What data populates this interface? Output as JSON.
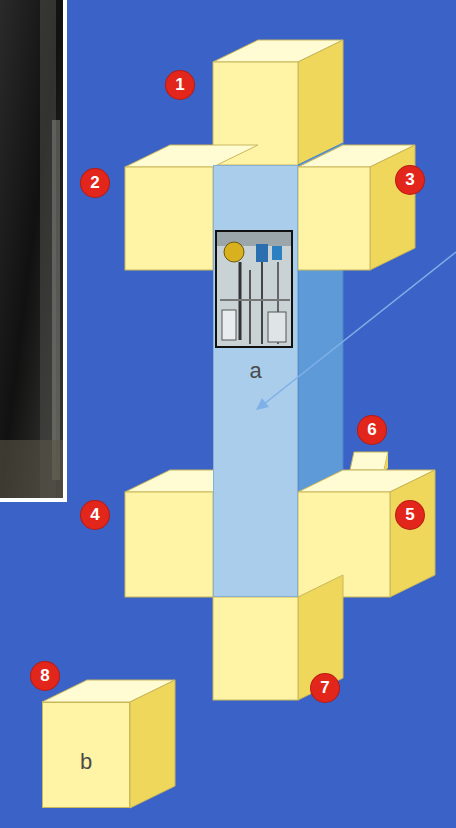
{
  "diagram": {
    "nodes": [
      {
        "text": [
          "a"
        ]
      },
      {
        "text": [
          "b"
        ]
      }
    ],
    "labels": [
      "1",
      "2",
      "3",
      "4",
      "5",
      "6",
      "7",
      "8"
    ]
  }
}
